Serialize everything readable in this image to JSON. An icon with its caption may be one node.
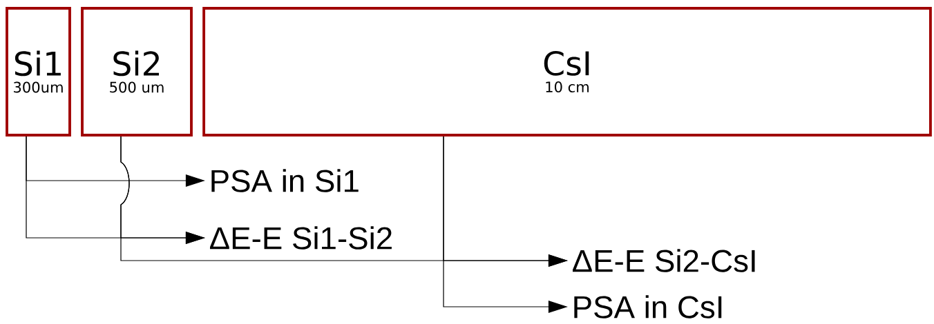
{
  "diagram": {
    "nodes": [
      {
        "text": [
          "Si1",
          "300um"
        ]
      },
      {
        "text": [
          "Si2",
          "500 um"
        ]
      },
      {
        "text": [
          "CsI",
          "10 cm"
        ]
      },
      {
        "text": [
          "PSA in Si1"
        ]
      },
      {
        "text": [
          "ΔE-E Si1-Si2"
        ]
      },
      {
        "text": [
          "ΔE-E Si2-CsI"
        ]
      },
      {
        "text": [
          "PSA in CsI"
        ]
      }
    ],
    "edges": [
      {
        "from": 0,
        "to": 3,
        "arrow": "to"
      },
      {
        "from": 0,
        "to": 4,
        "arrow": "to"
      },
      {
        "from": 1,
        "to": 4,
        "arrow": "to"
      },
      {
        "from": 1,
        "to": 5,
        "arrow": "to"
      },
      {
        "from": 2,
        "to": 5,
        "arrow": "to"
      },
      {
        "from": 2,
        "to": 6,
        "arrow": "to"
      }
    ]
  }
}
